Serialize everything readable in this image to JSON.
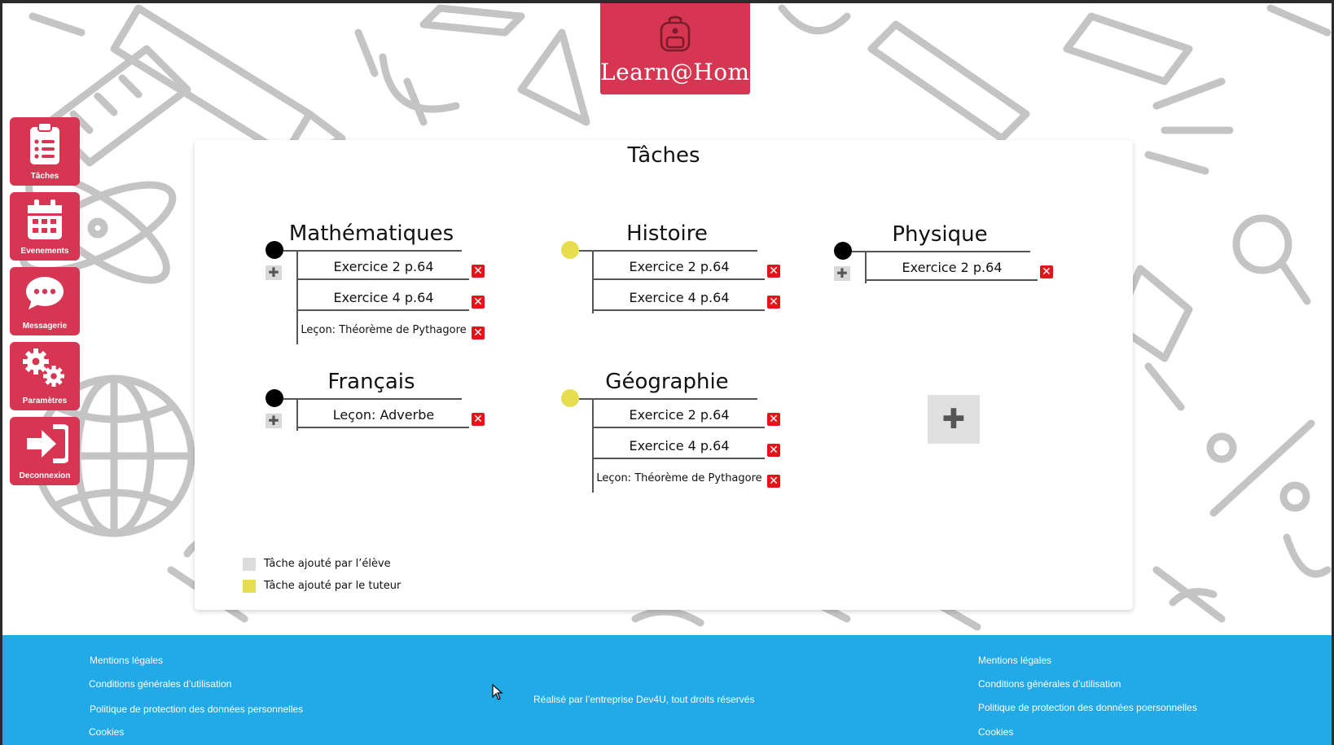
{
  "logo": {
    "name": "Learn@Home"
  },
  "sidebar": {
    "items": [
      {
        "label": "Tâches"
      },
      {
        "label": "Evenements"
      },
      {
        "label": "Messagerie"
      },
      {
        "label": "Paramètres"
      },
      {
        "label": "Deconnexion"
      }
    ]
  },
  "main": {
    "title": "Tâches",
    "add_subject_symbol": "✚",
    "add_task_symbol": "✚",
    "delete_symbol": "✕",
    "subjects": [
      {
        "name": "Mathématiques",
        "origin": "élève",
        "tasks": [
          "Exercice 2 p.64",
          "Exercice 4 p.64",
          "Leçon: Théorème de Pythagore"
        ]
      },
      {
        "name": "Histoire",
        "origin": "tuteur",
        "tasks": [
          "Exercice 2 p.64",
          "Exercice 4 p.64"
        ]
      },
      {
        "name": "Physique",
        "origin": "élève",
        "tasks": [
          "Exercice 2 p.64"
        ]
      },
      {
        "name": "Français",
        "origin": "élève",
        "tasks": [
          "Leçon: Adverbe"
        ]
      },
      {
        "name": "Géographie",
        "origin": "tuteur",
        "tasks": [
          "Exercice 2 p.64",
          "Exercice 4 p.64",
          "Leçon: Théorème de Pythagore"
        ]
      }
    ],
    "legend": {
      "student": "Tâche ajouté par l’élève",
      "tutor": "Tâche ajouté par le tuteur"
    }
  },
  "footer": {
    "left": [
      "Mentions légales",
      "Conditions générales d’utilisation",
      "Politique de protection des données personnelles",
      "Cookies"
    ],
    "center": "Réalisé par l’entreprise Dev4U, tout droits réservés",
    "right": [
      "Mentions légales",
      "Conditions générales d’utilisation",
      "Politique de protection des données poersonnelles",
      "Cookies"
    ]
  },
  "colors": {
    "brand": "#d63651",
    "footer": "#22aae8",
    "student_dot": "#000000",
    "tutor_dot": "#e6de4f",
    "delete": "#e3151b"
  }
}
